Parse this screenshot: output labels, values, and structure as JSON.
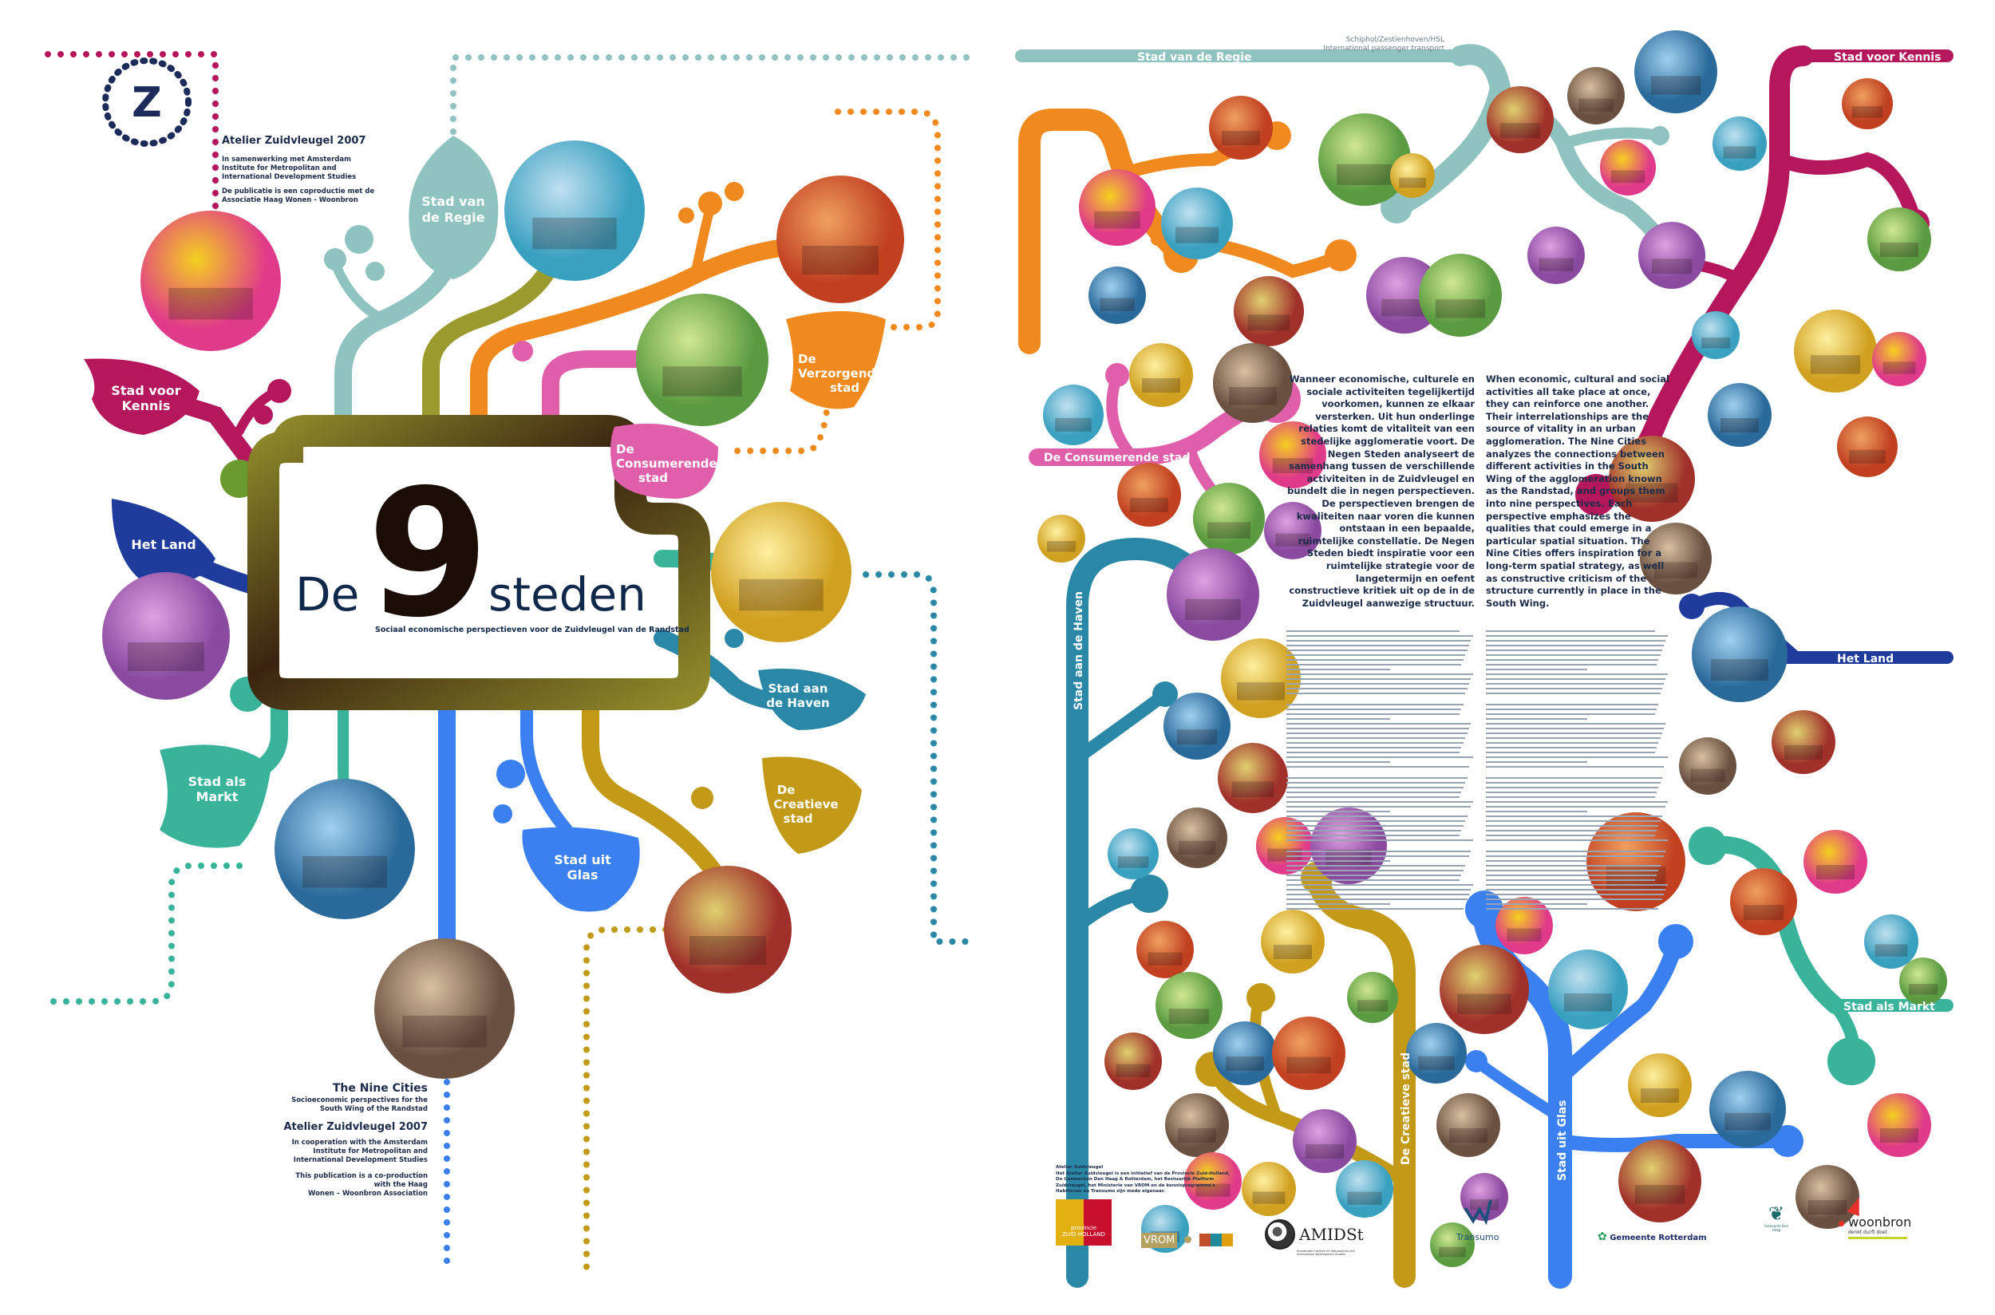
{
  "cover": {
    "title_de": "De",
    "title_9": "9",
    "title_steden": "steden",
    "subtitle": "Sociaal economische perspectieven voor de Zuidvleugel van de Randstad",
    "logo_letter": "Z"
  },
  "credits_nl": {
    "heading": "Atelier Zuidvleugel 2007",
    "line1": "In samenwerking met Amsterdam",
    "line2": "Institute for Metropolitan and",
    "line3": "International Development Studies",
    "line4": "De publicatie is een coproductie met de",
    "line5": "Associatie Haag Wonen - Woonbron"
  },
  "credits_en": {
    "title": "The Nine Cities",
    "sub1": "Socioeconomic perspectives for the",
    "sub2": "South Wing of the Randstad",
    "heading": "Atelier Zuidvleugel 2007",
    "line1": "In cooperation with the Amsterdam",
    "line2": "Institute for Metropolitan and",
    "line3": "International Development Studies",
    "line4": "This publication is a co-production",
    "line5": "with the Haag",
    "line6": "Wonen – Woonbron Association"
  },
  "cities": {
    "regie": [
      "Stad van",
      "de Regie"
    ],
    "kennis": [
      "Stad voor",
      "Kennis"
    ],
    "land": [
      "Het Land"
    ],
    "markt": [
      "Stad als",
      "Markt"
    ],
    "glas": [
      "Stad uit",
      "Glas"
    ],
    "creatief": [
      "De",
      "Creatieve",
      "stad"
    ],
    "haven": [
      "Stad aan",
      "de Haven"
    ],
    "consumerend": [
      "De",
      "Consumerende",
      "stad"
    ],
    "verzorgend": [
      "De",
      "Verzorgende",
      "stad"
    ]
  },
  "back_labels": {
    "regie": "Stad van de Regie",
    "kennis": "Stad voor Kennis",
    "verzorgend": "De Verzorgende stad",
    "consumerend": "De Consumerende stad",
    "haven": "Stad aan de Haven",
    "land": "Het Land",
    "markt": "Stad als Markt",
    "creatief": "De Creatieve stad",
    "glas": "Stad uit Glas",
    "schiphol1": "Schiphol/Zestienhoven/HSL",
    "schiphol2": "International passenger transport"
  },
  "intro_nl": "Wanneer economische, culturele en sociale activiteiten tegelijkertijd voorkomen, kunnen ze elkaar versterken. Uit hun onderlinge relaties komt de vitaliteit van een stedelijke agglomeratie voort. De Negen Steden analyseert de samenhang tussen de verschillende activiteiten in de Zuidvleugel en bundelt die in negen perspectieven. De perspectieven brengen de kwaliteiten naar voren die kunnen ontstaan in een bepaalde, ruimtelijke constellatie. De Negen Steden biedt inspiratie voor een ruimtelijke strategie voor de langetermijn en oefent constructieve kritiek uit op de in de Zuidvleugel aanwezige structuur.",
  "intro_en": "When economic, cultural and social activities all take place at once, they can reinforce one another. Their interrelationships are the source of vitality in an urban agglomeration. The Nine Cities analyzes the connections between different activities in the South Wing of the agglomeration known as the Randstad, and groups them into nine perspectives. Each perspective emphasizes the qualities that could emerge in a particular spatial situation. The Nine Cities offers inspiration for a long-term spatial strategy, as well as constructive criticism of the structure currently in place in the South Wing.",
  "colophon": {
    "line1": "Atelier Zuidvleugel",
    "line2": "Het Atelier Zuidvleugel is een initiatief van de Provincie Zuid-Holland,",
    "line3": "De Gemeenten Den Haag & Rotterdam, het Bestuurlijk Platform",
    "line4": "Zuidvleugel, het Ministerie van VROM en de kennisprogramma's",
    "line5": "Habiforum en Transumo zijn mede eigenaar."
  },
  "logos": {
    "zh_top": "provincie",
    "zh_a": "ZUID",
    "zh_b": "HOLLAND",
    "vrom": "VROM",
    "amids": "AMIDSt",
    "amids_sub": "Amsterdam Institute for Metropolitan and International Development Studies",
    "transumo": "Transumo",
    "rotterdam": "Gemeente Rotterdam",
    "denhaag": "Gemeente Den Haag",
    "woonbron": "woonbron",
    "woonbron_tag": "denkt durft doet"
  },
  "colors": {
    "teal": "#8fc3c0",
    "orange": "#f08a1e",
    "olive": "#9b9a2e",
    "magenta": "#b4175c",
    "pink": "#df5fab",
    "navy": "#1f3b9b",
    "green": "#3ab39b",
    "blue": "#3a80f0",
    "gold": "#c29a17",
    "petrol": "#2a88a6",
    "text": "#1d2b4a"
  }
}
